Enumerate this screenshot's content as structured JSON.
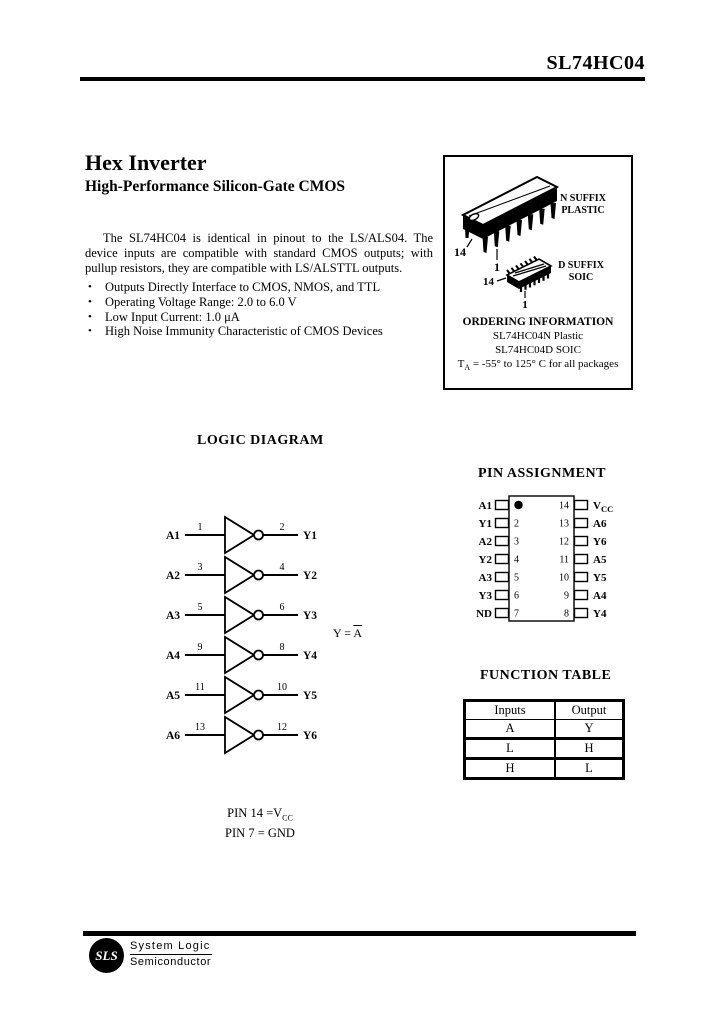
{
  "header": {
    "part_number": "SL74HC04"
  },
  "title": {
    "main": "Hex Inverter",
    "sub": "High-Performance Silicon-Gate CMOS"
  },
  "description": "The SL74HC04 is identical in pinout to the LS/ALS04. The device inputs are compatible with standard CMOS outputs; with pullup resistors, they are compatible with LS/ALSTTL outputs.",
  "bullet_icon": "•",
  "features": [
    "Outputs Directly Interface to CMOS, NMOS, and TTL",
    "Operating Voltage Range: 2.0 to 6.0 V",
    "Low Input Current: 1.0 μA",
    "High Noise Immunity Characteristic of CMOS Devices"
  ],
  "package_box": {
    "dip": {
      "suffix": "N SUFFIX",
      "type": "PLASTIC",
      "pin14": "14",
      "pin1": "1"
    },
    "soic": {
      "suffix": "D SUFFIX",
      "type": "SOIC",
      "pin14": "14",
      "pin1": "1"
    },
    "ordering": {
      "title": "ORDERING INFORMATION",
      "line1": "SL74HC04N Plastic",
      "line2": "SL74HC04D SOIC",
      "temp_prefix": "T",
      "temp_sub": "A",
      "temp_rest": " = -55° to 125° C for all packages"
    }
  },
  "logic_diagram": {
    "title": "LOGIC DIAGRAM",
    "gates": [
      {
        "input": "A1",
        "in_pin": "1",
        "out_pin": "2",
        "output": "Y1"
      },
      {
        "input": "A2",
        "in_pin": "3",
        "out_pin": "4",
        "output": "Y2"
      },
      {
        "input": "A3",
        "in_pin": "5",
        "out_pin": "6",
        "output": "Y3"
      },
      {
        "input": "A4",
        "in_pin": "9",
        "out_pin": "8",
        "output": "Y4"
      },
      {
        "input": "A5",
        "in_pin": "11",
        "out_pin": "10",
        "output": "Y5"
      },
      {
        "input": "A6",
        "in_pin": "13",
        "out_pin": "12",
        "output": "Y6"
      }
    ],
    "equation_prefix": "Y = ",
    "equation_overlined": "A",
    "pin_note_line1_prefix": "PIN 14 =V",
    "pin_note_line1_sub": "CC",
    "pin_note_line2": "PIN 7 = GND"
  },
  "pin_assignment": {
    "title": "PIN ASSIGNMENT",
    "left": [
      {
        "label": "A1",
        "num": ""
      },
      {
        "label": "Y1",
        "num": "2"
      },
      {
        "label": "A2",
        "num": "3"
      },
      {
        "label": "Y2",
        "num": "4"
      },
      {
        "label": "A3",
        "num": "5"
      },
      {
        "label": "Y3",
        "num": "6"
      },
      {
        "label": "GND",
        "num": "7"
      }
    ],
    "right": [
      {
        "label_main": "V",
        "label_sub": "CC",
        "num": "14"
      },
      {
        "label": "A6",
        "num": "13"
      },
      {
        "label": "Y6",
        "num": "12"
      },
      {
        "label": "A5",
        "num": "11"
      },
      {
        "label": "Y5",
        "num": "10"
      },
      {
        "label": "A4",
        "num": "9"
      },
      {
        "label": "Y4",
        "num": "8"
      }
    ]
  },
  "function_table": {
    "title": "FUNCTION TABLE",
    "col_headers": [
      "Inputs",
      "Output"
    ],
    "sub_headers": [
      "A",
      "Y"
    ],
    "rows": [
      [
        "L",
        "H"
      ],
      [
        "H",
        "L"
      ]
    ]
  },
  "footer": {
    "logo": "SLS",
    "company_line1": "System Logic",
    "company_line2": "Semiconductor"
  },
  "colors": {
    "ink": "#000000",
    "paper": "#ffffff"
  }
}
